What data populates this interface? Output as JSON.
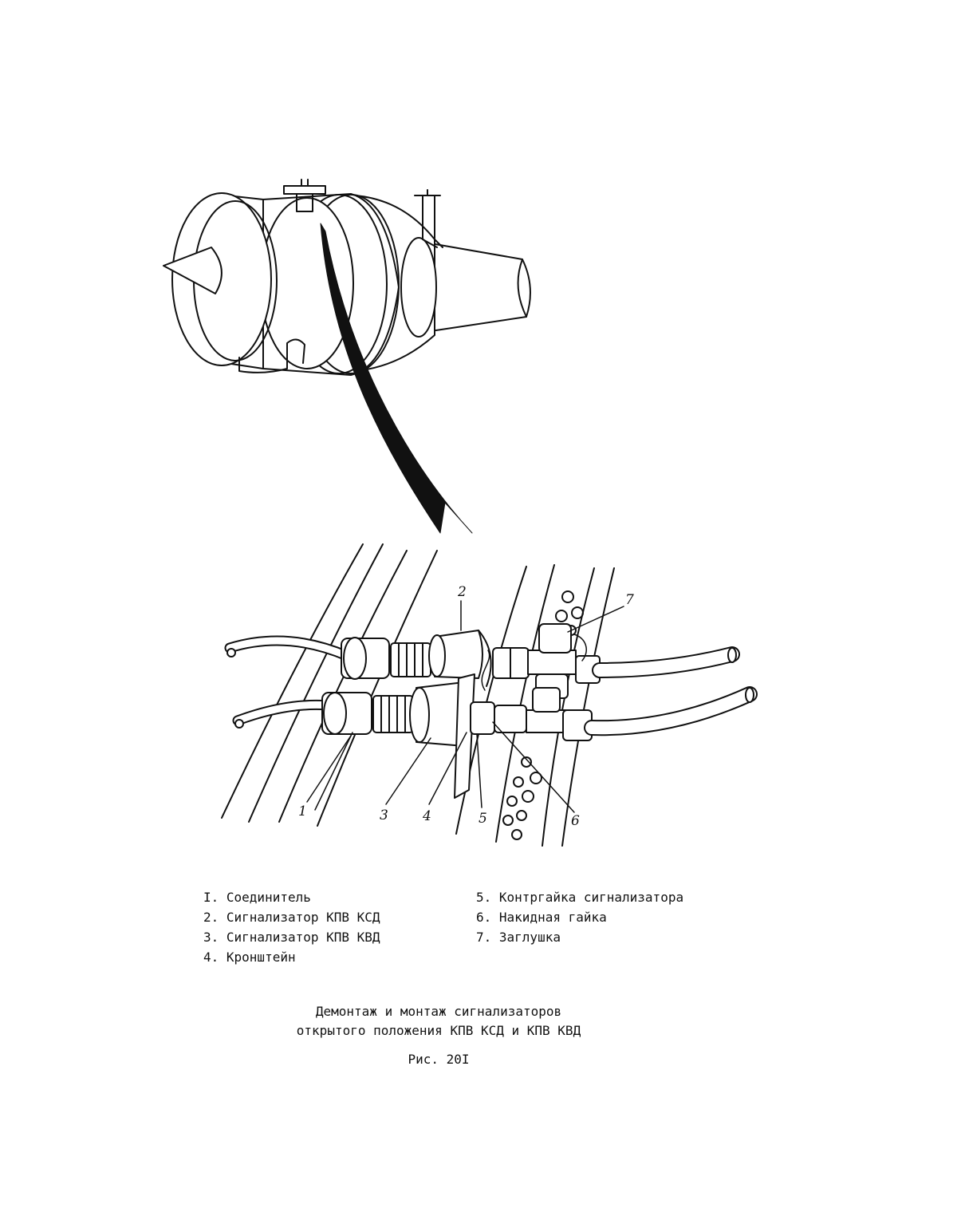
{
  "callouts": [
    "1",
    "2",
    "3",
    "4",
    "5",
    "6",
    "7"
  ],
  "legend": {
    "left": [
      "I. Соединитель",
      "2. Сигнализатор КПВ КСД",
      "3. Сигнализатор КПВ КВД",
      "4. Кронштейн"
    ],
    "right": [
      "5. Контргайка сигнализатора",
      "6. Накидная гайка",
      "7. Заглушка"
    ]
  },
  "caption": {
    "line1": "Демонтаж и монтаж сигнализаторов",
    "line2": "открытого положения КПВ КСД и КПВ КВД",
    "figure": "Рис. 20I"
  }
}
